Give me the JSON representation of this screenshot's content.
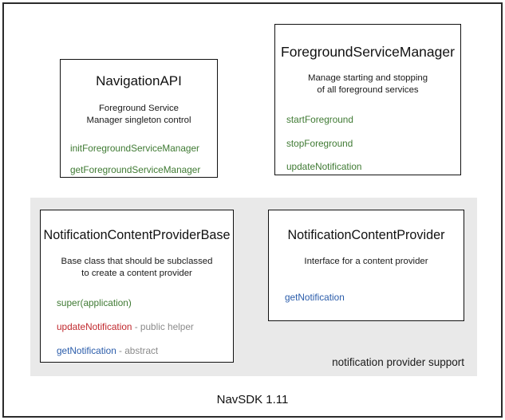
{
  "diagram": {
    "footer_label": "NavSDK 1.11",
    "group_caption": "notification provider support",
    "colors": {
      "green": "#3f7a33",
      "red": "#c0282d",
      "blue": "#2a5caa",
      "note_gray": "#8a8a8a",
      "panel_gray": "#e9e9e9",
      "border": "#111111"
    },
    "cards": {
      "navigation_api": {
        "title": "NavigationAPI",
        "desc_line1": "Foreground Service",
        "desc_line2": "Manager singleton control",
        "methods": [
          {
            "name": "initForegroundServiceManager",
            "note": ""
          },
          {
            "name": "getForegroundServiceManager",
            "note": ""
          }
        ]
      },
      "foreground_service_manager": {
        "title": "ForegroundServiceManager",
        "desc_line1": "Manage starting and stopping",
        "desc_line2": "of all foreground services",
        "methods": [
          {
            "name": "startForeground",
            "note": ""
          },
          {
            "name": "stopForeground",
            "note": ""
          },
          {
            "name": "updateNotification",
            "note": ""
          }
        ]
      },
      "notification_content_provider_base": {
        "title": "NotificationContentProviderBase",
        "desc_line1": "Base class that should be subclassed",
        "desc_line2": "to create a content provider",
        "methods": [
          {
            "name": "super(application)",
            "note": ""
          },
          {
            "name": "updateNotification",
            "note": " - public helper"
          },
          {
            "name": "getNotification",
            "note": " - abstract"
          }
        ]
      },
      "notification_content_provider": {
        "title": "NotificationContentProvider",
        "desc_line1": "Interface for a content provider",
        "desc_line2": "",
        "methods": [
          {
            "name": "getNotification",
            "note": ""
          }
        ]
      }
    }
  }
}
